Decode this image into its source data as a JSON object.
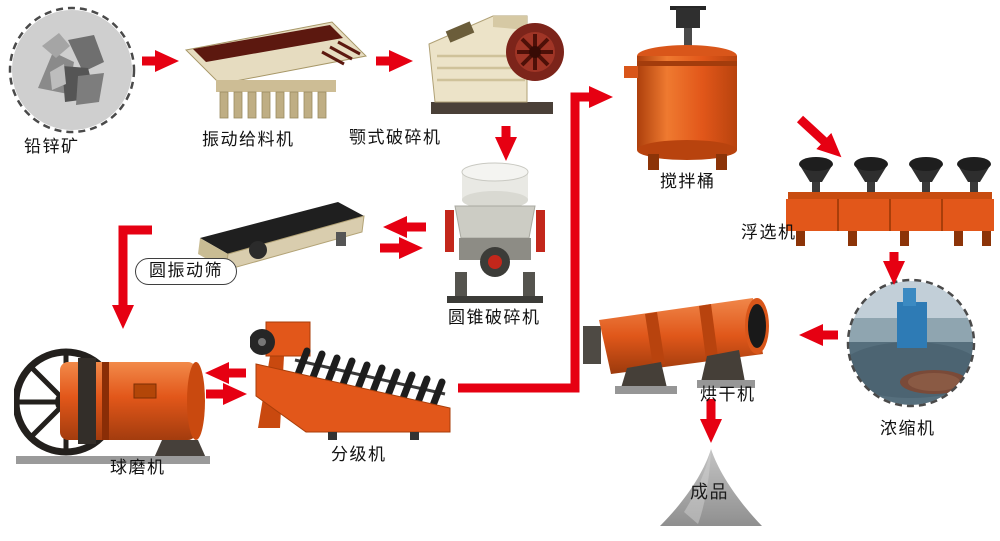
{
  "nodes": {
    "ore": {
      "label": "铅锌矿"
    },
    "feeder": {
      "label": "振动给料机"
    },
    "jaw_crusher": {
      "label": "颚式破碎机"
    },
    "cone_crusher": {
      "label": "圆锥破碎机"
    },
    "vibrating_screen": {
      "label": "圆振动筛"
    },
    "ball_mill": {
      "label": "球磨机"
    },
    "classifier": {
      "label": "分级机"
    },
    "mixing_tank": {
      "label": "搅拌桶"
    },
    "flotation": {
      "label": "浮选机"
    },
    "thickener": {
      "label": "浓缩机"
    },
    "dryer": {
      "label": "烘干机"
    },
    "product": {
      "label": "成品"
    }
  },
  "edges": [
    {
      "from": "ore",
      "to": "feeder",
      "direction": "right",
      "bidirectional": false
    },
    {
      "from": "feeder",
      "to": "jaw_crusher",
      "direction": "right",
      "bidirectional": false
    },
    {
      "from": "jaw_crusher",
      "to": "cone_crusher",
      "direction": "down",
      "bidirectional": false
    },
    {
      "from": "cone_crusher",
      "to": "vibrating_screen",
      "direction": "left",
      "bidirectional": true
    },
    {
      "from": "vibrating_screen",
      "to": "ball_mill",
      "direction": "down",
      "bidirectional": false
    },
    {
      "from": "ball_mill",
      "to": "classifier",
      "direction": "right",
      "bidirectional": true
    },
    {
      "from": "classifier",
      "to": "mixing_tank",
      "direction": "up-right",
      "bidirectional": false
    },
    {
      "from": "mixing_tank",
      "to": "flotation",
      "direction": "down-right",
      "bidirectional": false
    },
    {
      "from": "flotation",
      "to": "thickener",
      "direction": "down",
      "bidirectional": false
    },
    {
      "from": "thickener",
      "to": "dryer",
      "direction": "left",
      "bidirectional": false
    },
    {
      "from": "dryer",
      "to": "product",
      "direction": "down",
      "bidirectional": false
    }
  ],
  "colors": {
    "arrow": "#e60012",
    "machine_orange": "#e2571a",
    "machine_cream": "#e6dcc0",
    "flywheel_dark_red": "#7c241a",
    "label_text": "#111111",
    "product_gray": "#a8a8a8"
  }
}
